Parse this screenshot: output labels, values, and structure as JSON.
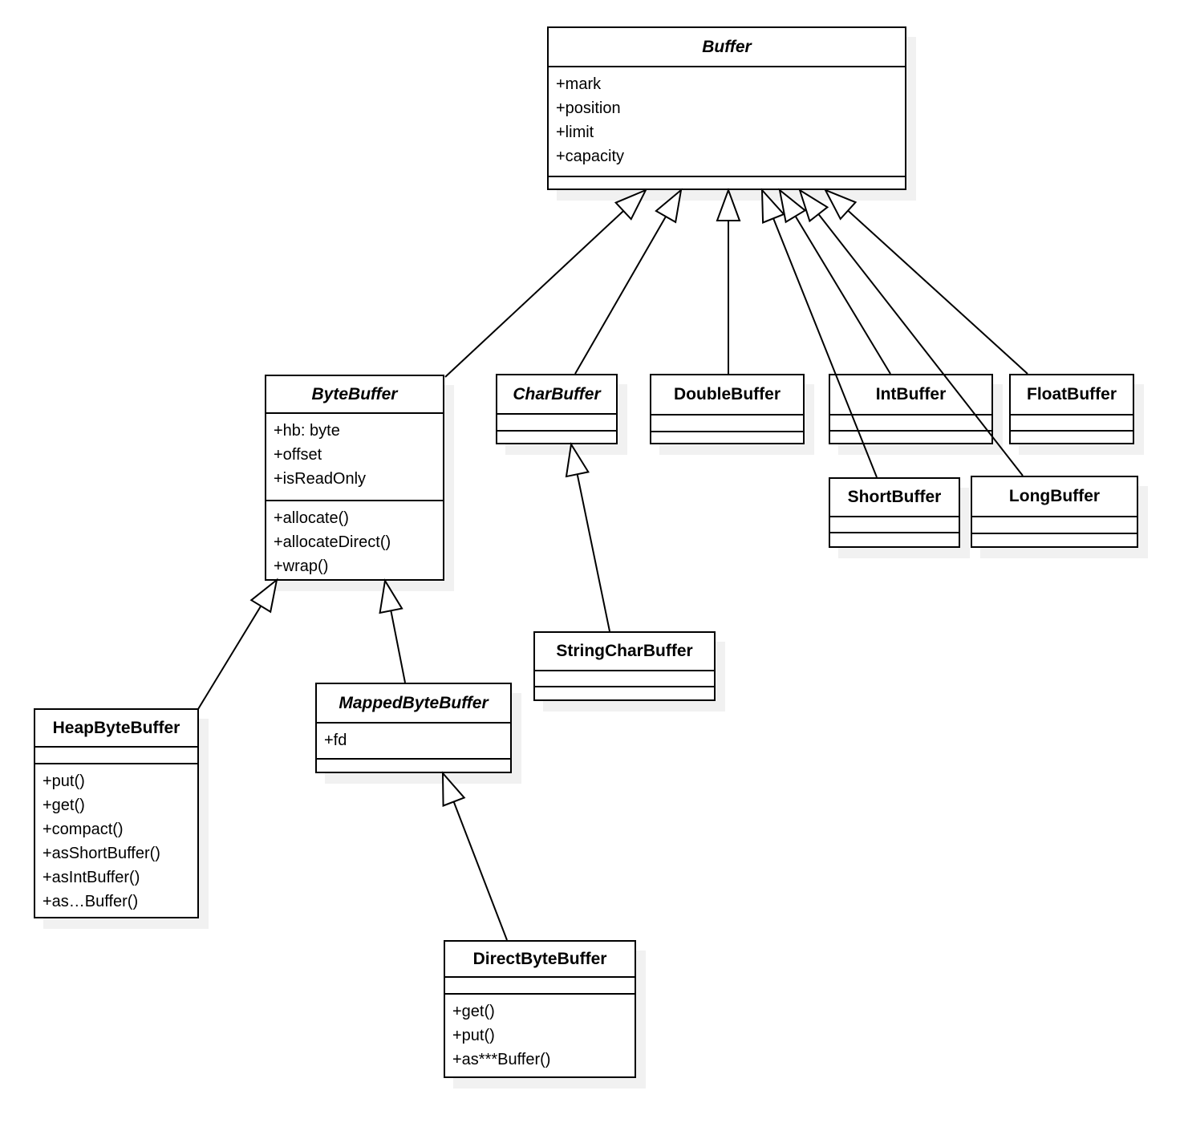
{
  "diagram": {
    "kind": "uml-class-diagram",
    "classes": {
      "buffer": {
        "name": "Buffer",
        "abstract": true,
        "attributes": [
          "+mark",
          "+position",
          "+limit",
          "+capacity"
        ],
        "methods": []
      },
      "byte_buffer": {
        "name": "ByteBuffer",
        "abstract": true,
        "attributes": [
          "+hb: byte",
          "+offset",
          "+isReadOnly"
        ],
        "methods": [
          "+allocate()",
          "+allocateDirect()",
          "+wrap()"
        ]
      },
      "char_buffer": {
        "name": "CharBuffer",
        "abstract": true,
        "attributes": [],
        "methods": []
      },
      "double_buffer": {
        "name": "DoubleBuffer",
        "abstract": false,
        "attributes": [],
        "methods": []
      },
      "int_buffer": {
        "name": "IntBuffer",
        "abstract": false,
        "attributes": [],
        "methods": []
      },
      "float_buffer": {
        "name": "FloatBuffer",
        "abstract": false,
        "attributes": [],
        "methods": []
      },
      "short_buffer": {
        "name": "ShortBuffer",
        "abstract": false,
        "attributes": [],
        "methods": []
      },
      "long_buffer": {
        "name": "LongBuffer",
        "abstract": false,
        "attributes": [],
        "methods": []
      },
      "string_char_buffer": {
        "name": "StringCharBuffer",
        "abstract": false,
        "attributes": [],
        "methods": []
      },
      "heap_byte_buffer": {
        "name": "HeapByteBuffer",
        "abstract": false,
        "attributes": [],
        "methods": [
          "+put()",
          "+get()",
          "+compact()",
          "+asShortBuffer()",
          "+asIntBuffer()",
          "+as…Buffer()"
        ]
      },
      "mapped_byte_buffer": {
        "name": "MappedByteBuffer",
        "abstract": true,
        "attributes": [
          "+fd"
        ],
        "methods": []
      },
      "direct_byte_buffer": {
        "name": "DirectByteBuffer",
        "abstract": false,
        "attributes": [],
        "methods": [
          "+get()",
          "+put()",
          "+as***Buffer()"
        ]
      }
    },
    "relationships": [
      {
        "from": "ByteBuffer",
        "to": "Buffer",
        "type": "generalization"
      },
      {
        "from": "CharBuffer",
        "to": "Buffer",
        "type": "generalization"
      },
      {
        "from": "DoubleBuffer",
        "to": "Buffer",
        "type": "generalization"
      },
      {
        "from": "ShortBuffer",
        "to": "Buffer",
        "type": "generalization"
      },
      {
        "from": "IntBuffer",
        "to": "Buffer",
        "type": "generalization"
      },
      {
        "from": "LongBuffer",
        "to": "Buffer",
        "type": "generalization"
      },
      {
        "from": "FloatBuffer",
        "to": "Buffer",
        "type": "generalization"
      },
      {
        "from": "HeapByteBuffer",
        "to": "ByteBuffer",
        "type": "generalization"
      },
      {
        "from": "MappedByteBuffer",
        "to": "ByteBuffer",
        "type": "generalization"
      },
      {
        "from": "StringCharBuffer",
        "to": "CharBuffer",
        "type": "generalization"
      },
      {
        "from": "DirectByteBuffer",
        "to": "MappedByteBuffer",
        "type": "generalization"
      }
    ],
    "colors": {
      "line": "#000000",
      "box_fill": "#ffffff",
      "shadow": "#f1f1f1",
      "background": "#ffffff"
    }
  }
}
